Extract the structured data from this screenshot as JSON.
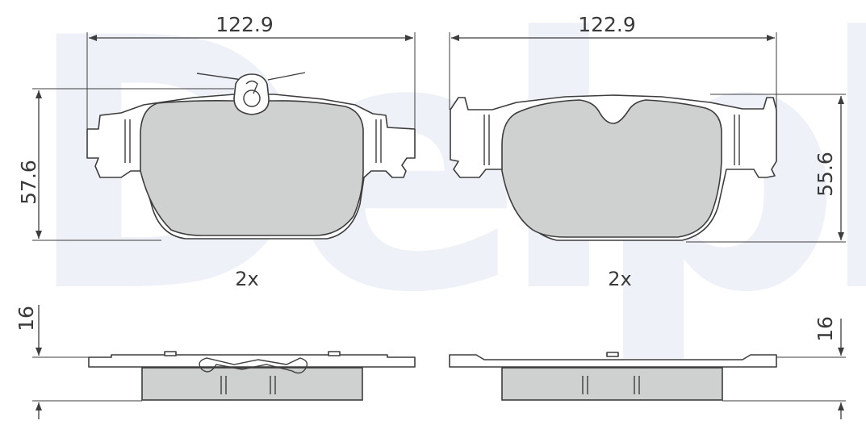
{
  "watermark": {
    "brand": "Delphi"
  },
  "left_pad": {
    "width_dim": "122.9",
    "height_dim": "57.6",
    "quantity": "2x",
    "thickness_dim": "16"
  },
  "right_pad": {
    "width_dim": "122.9",
    "height_dim": "55.6",
    "quantity": "2x",
    "thickness_dim": "16"
  },
  "colors": {
    "friction_material": "#cfd0d0",
    "line": "#3d3d3d",
    "watermark": "#eef1f8"
  }
}
